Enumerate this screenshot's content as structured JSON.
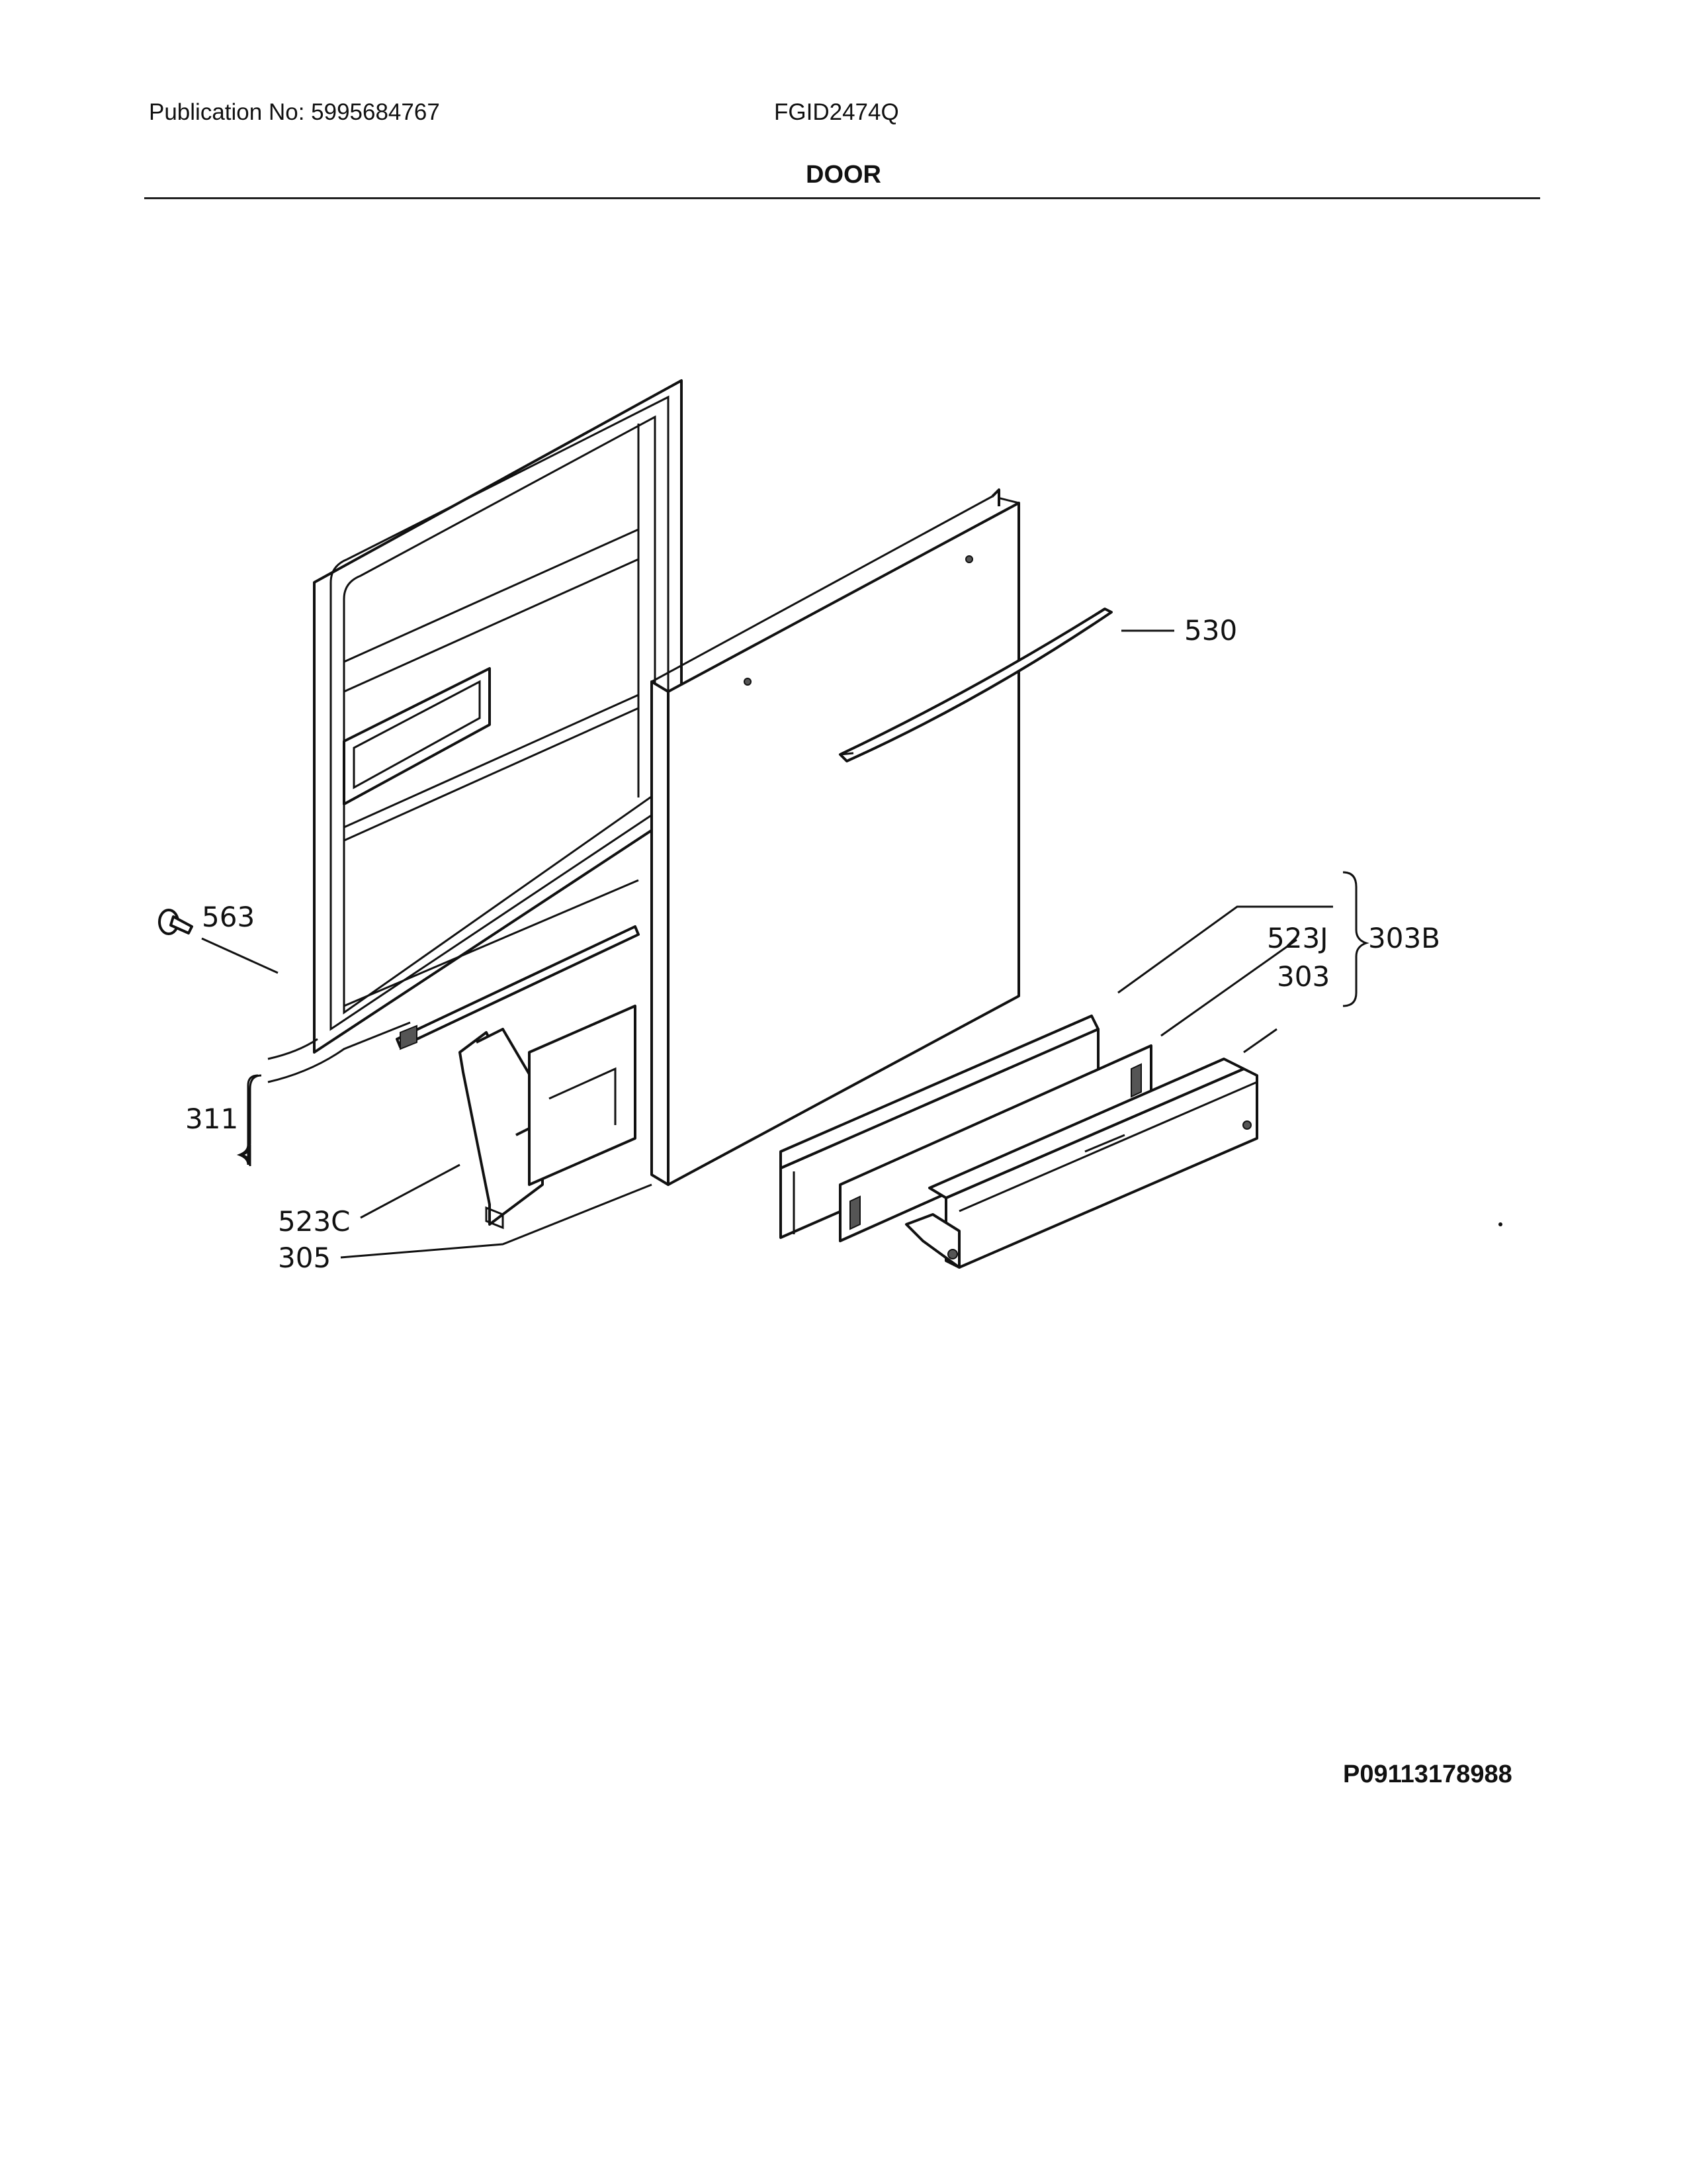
{
  "header": {
    "publication": "Publication No: 5995684767",
    "model": "FGID2474Q",
    "section_title": "DOOR"
  },
  "parts": {
    "p530": "530",
    "p563": "563",
    "p311": "311",
    "p523j": "523J",
    "p303b": "303B",
    "p303": "303",
    "p523c": "523C",
    "p305": "305"
  },
  "footer": {
    "document_code": "P09113178988"
  }
}
